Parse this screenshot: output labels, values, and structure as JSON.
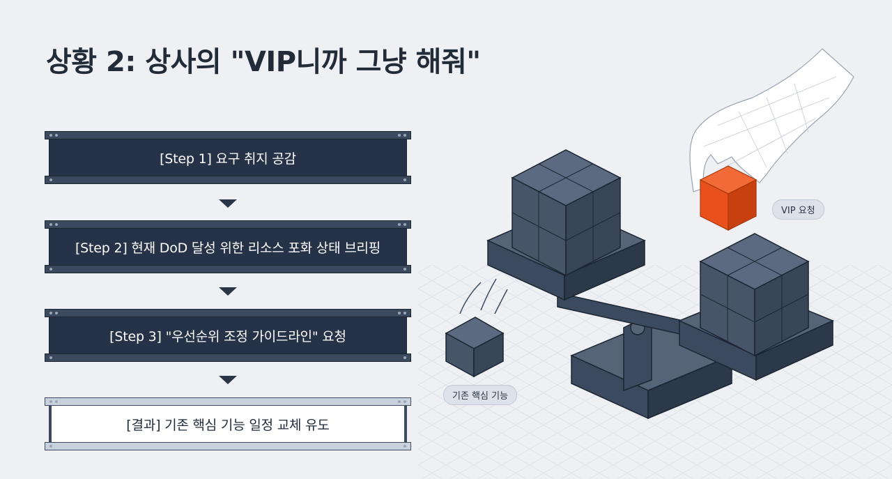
{
  "title": "상황 2: 상사의 \"VIP니까 그냥 해줘\"",
  "steps": [
    {
      "label": "[Step 1] 요구 취지 공감"
    },
    {
      "label": "[Step 2] 현재 DoD 달성 위한 리소스 포화 상태 브리핑"
    },
    {
      "label": "[Step 3] \"우선순위 조정 가이드라인\" 요청"
    },
    {
      "label": "[결과] 기존 핵심 기능 일정 교체 유도"
    }
  ],
  "illustration": {
    "vip_label": "VIP 요청",
    "core_label": "기존 핵심 기능",
    "colors": {
      "vip_block": "#e8501c",
      "steel": "#3b4a5e",
      "block": "#475569"
    }
  }
}
